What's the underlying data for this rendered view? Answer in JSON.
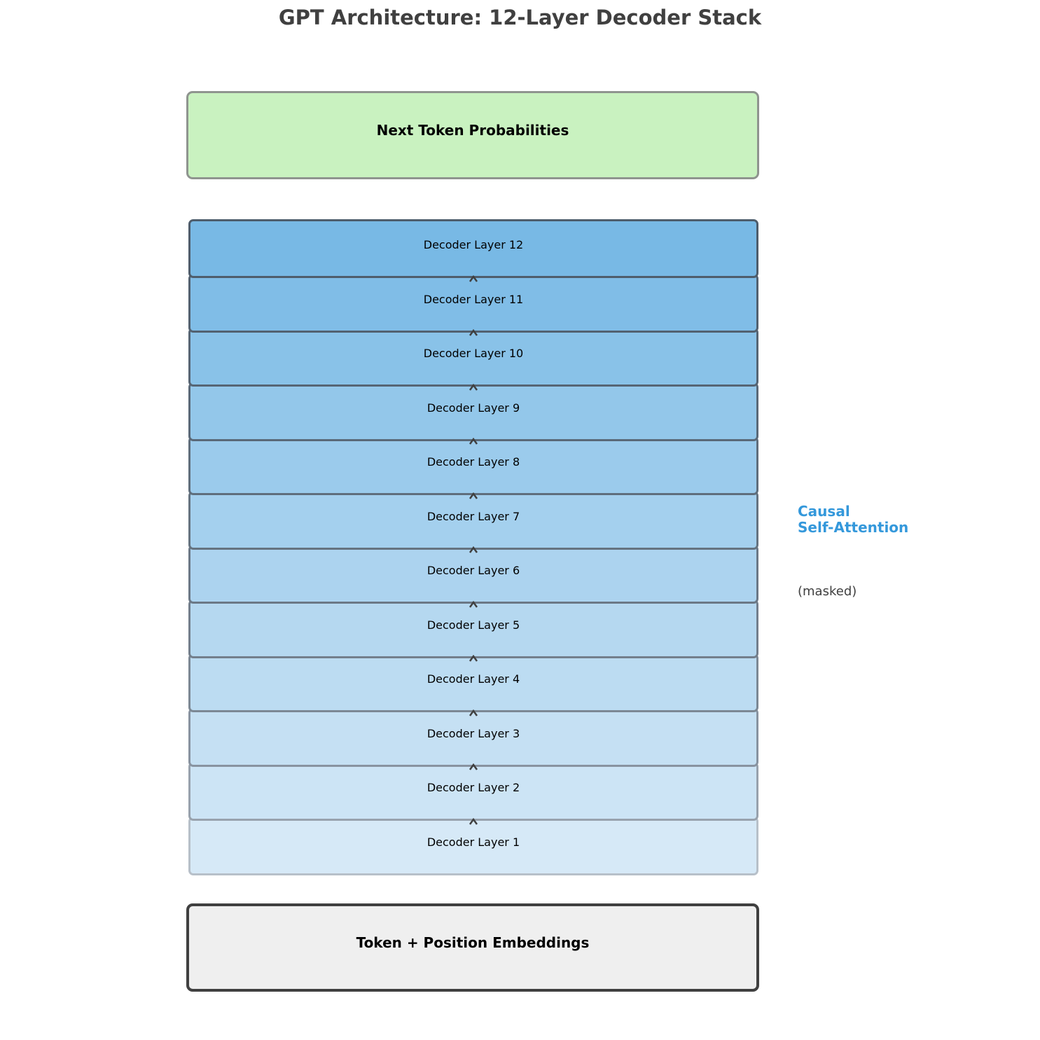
{
  "title": "GPT Architecture: 12-Layer Decoder Stack",
  "output_box": {
    "label": "Next Token Probabilities",
    "fill": "#c9f2c0",
    "border": "#8f948f"
  },
  "input_box": {
    "label": "Token + Position Embeddings",
    "fill": "#efefef",
    "border": "#404040"
  },
  "layers": [
    {
      "label": "Decoder Layer 12",
      "fill": "#78b9e5",
      "border": "#4e5d6c"
    },
    {
      "label": "Decoder Layer 11",
      "fill": "#80bde7",
      "border": "#526170"
    },
    {
      "label": "Decoder Layer 10",
      "fill": "#89c2e8",
      "border": "#566574"
    },
    {
      "label": "Decoder Layer 9",
      "fill": "#93c7ea",
      "border": "#5a6978"
    },
    {
      "label": "Decoder Layer 8",
      "fill": "#9bcbec",
      "border": "#5f6e7c"
    },
    {
      "label": "Decoder Layer 7",
      "fill": "#a4d0ee",
      "border": "#657380"
    },
    {
      "label": "Decoder Layer 6",
      "fill": "#acd3ef",
      "border": "#6b7886"
    },
    {
      "label": "Decoder Layer 5",
      "fill": "#b5d8f0",
      "border": "#737f8c"
    },
    {
      "label": "Decoder Layer 4",
      "fill": "#bcdcf2",
      "border": "#7c8894"
    },
    {
      "label": "Decoder Layer 3",
      "fill": "#c5e0f3",
      "border": "#8893a0"
    },
    {
      "label": "Decoder Layer 2",
      "fill": "#cce4f5",
      "border": "#98a2ad"
    },
    {
      "label": "Decoder Layer 1",
      "fill": "#d6e9f7",
      "border": "#b7c0c9"
    }
  ],
  "annotation": {
    "title_line1": "Causal",
    "title_line2": "Self-Attention",
    "subtitle": "(masked)",
    "color": "#3498db"
  },
  "arrow_color": "#404040"
}
